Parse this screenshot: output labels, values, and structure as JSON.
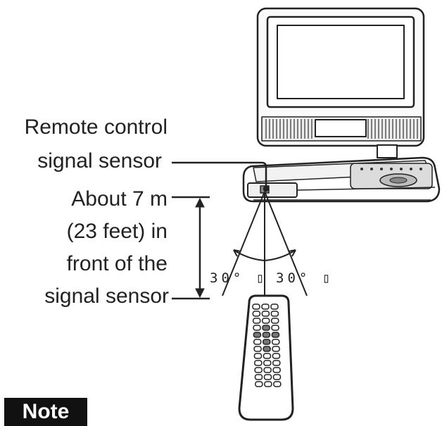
{
  "labels": {
    "sensor_line1": "Remote control",
    "sensor_line2": "signal sensor",
    "distance_line1": "About 7 m",
    "distance_line2": "(23 feet) in",
    "distance_line3": "front of the",
    "distance_line4": "signal sensor",
    "angle_left": "30° ▯",
    "angle_right": "30° ▯",
    "note": "Note"
  },
  "icons": {
    "player": "portable-dvd-player-icon",
    "remote": "remote-control-icon"
  },
  "colors": {
    "ink": "#222222",
    "note_bg": "#111111",
    "note_text": "#ffffff"
  }
}
